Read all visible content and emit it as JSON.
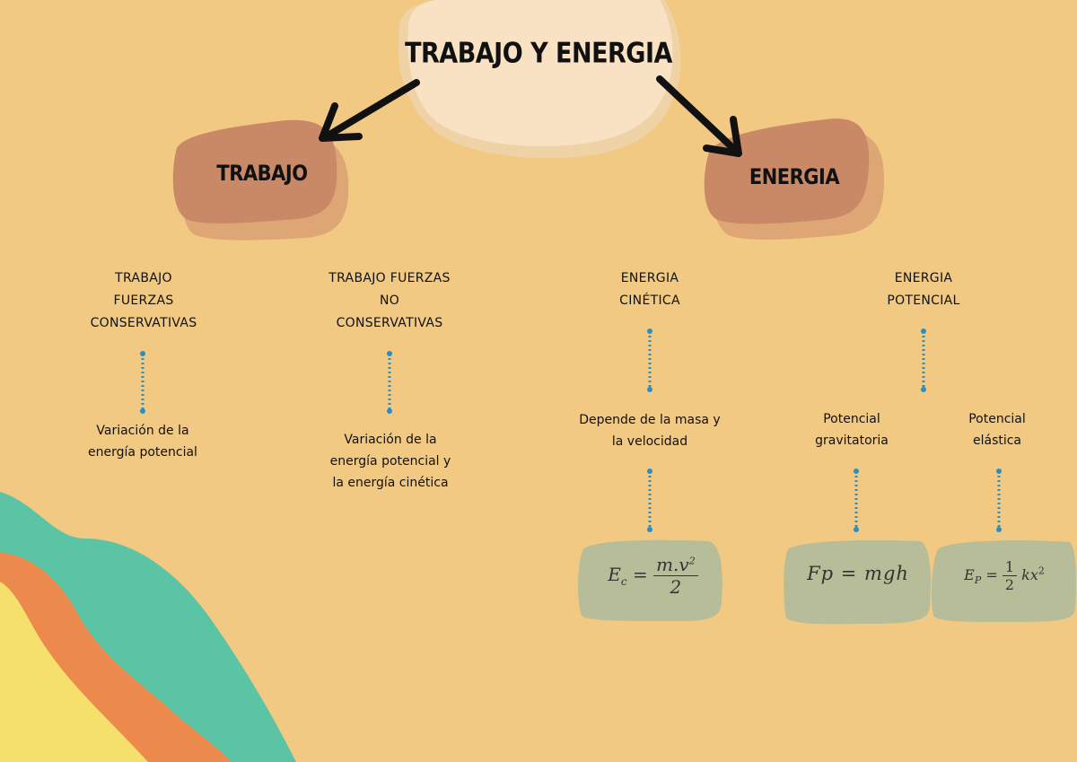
{
  "title": "TRABAJO Y ENERGIA",
  "branches": {
    "trabajo": "TRABAJO",
    "energia": "ENERGIA"
  },
  "concepts": [
    {
      "heading": "TRABAJO\nFUERZAS\nCONSERVATIVAS",
      "description": "Variación de la\nenergía potencial"
    },
    {
      "heading": "TRABAJO FUERZAS\nNO\nCONSERVATIVAS",
      "description": "Variación de la\nenergía potencial y\nla energía cinética"
    },
    {
      "heading": "ENERGIA\nCINÉTICA",
      "description": "Depende de la masa y\nla velocidad"
    },
    {
      "heading": "ENERGIA\nPOTENCIAL",
      "description": ""
    }
  ],
  "potential_types": {
    "gravitatoria": "Potencial\ngravitatoria",
    "elastica": "Potencial\nelástica"
  },
  "formulas": {
    "cinetica": {
      "lhs": "E",
      "sub": "c",
      "eq": "=",
      "num": "m.v",
      "num_sup": "2",
      "den": "2"
    },
    "gravitatoria": {
      "text": "Fp = mgh"
    },
    "elastica": {
      "lhs": "E",
      "sub": "P",
      "eq": "=",
      "num": "1",
      "den": "2",
      "rest": "kx",
      "sup": "2"
    }
  },
  "colors": {
    "background": "#f1c983",
    "title_blob": "#f9e1c3",
    "branch_box": "#c98866",
    "branch_shadow": "#dda674",
    "formula_box": "#b6bd98",
    "connector": "#2a8fbf",
    "wave_teal": "#5bc4a4",
    "wave_orange": "#ec8a4e",
    "wave_yellow": "#f4e06a"
  }
}
